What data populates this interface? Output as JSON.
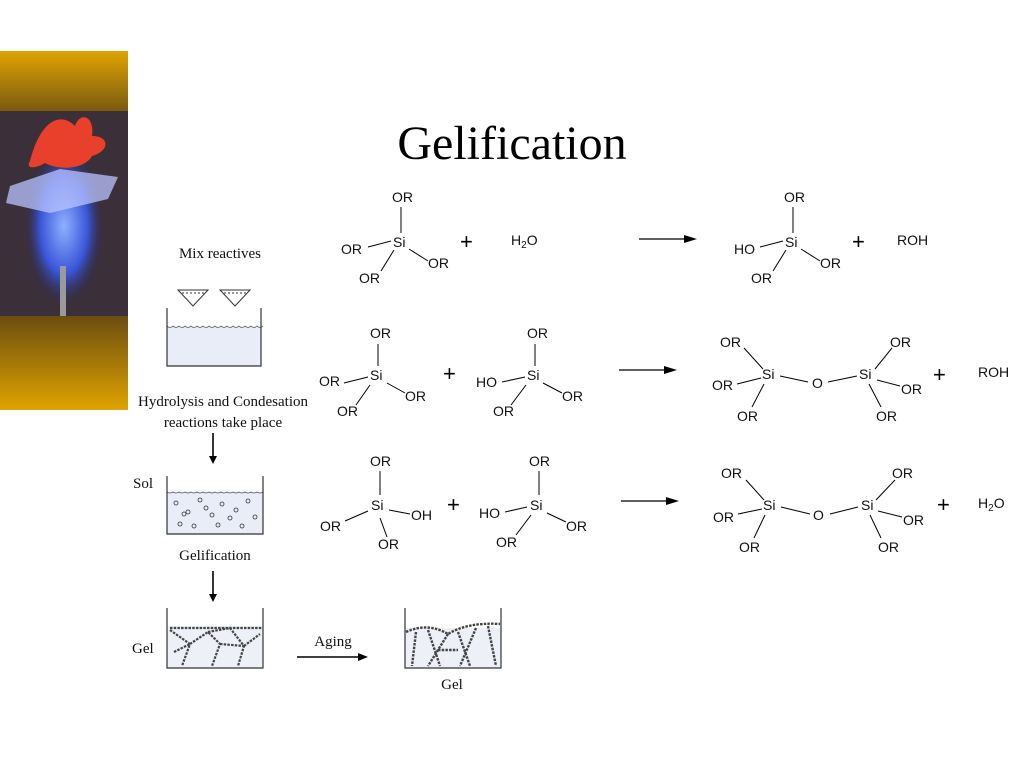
{
  "slide": {
    "title": "Gelification"
  },
  "process": {
    "mix_label": "Mix reactives",
    "hydrolysis_label_line1": "Hydrolysis and Condesation",
    "hydrolysis_label_line2": "reactions take place",
    "sol_label": "Sol",
    "gelification_label": "Gelification",
    "gel_label": "Gel",
    "aging_label": "Aging",
    "gel_aged_label": "Gel"
  },
  "chem": {
    "si": "Si",
    "o": "O",
    "or": "OR",
    "ho": "HO",
    "oh": "OH",
    "roh": "ROH",
    "h": "H",
    "two": "2",
    "plus": "+"
  }
}
